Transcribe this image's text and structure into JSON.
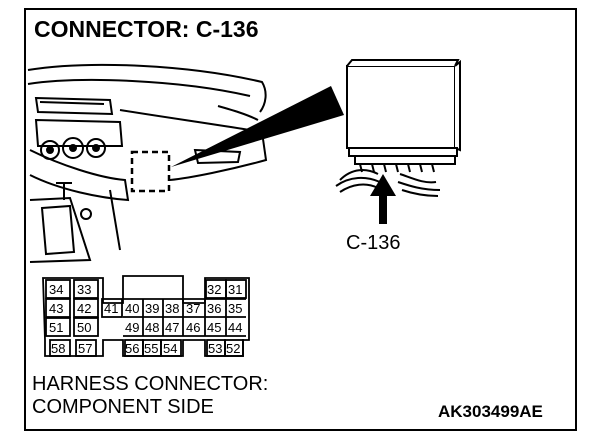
{
  "title": "CONNECTOR: C-136",
  "callout_label": "C-136",
  "footer": {
    "line1": "HARNESS CONNECTOR:",
    "line2": "COMPONENT SIDE"
  },
  "figure_code": "AK303499AE",
  "connector_pins": {
    "row1": [
      "34",
      "33",
      "32",
      "31"
    ],
    "row2": [
      "43",
      "42",
      "41",
      "40",
      "39",
      "38",
      "37",
      "36",
      "35"
    ],
    "row3": [
      "51",
      "50",
      "49",
      "48",
      "47",
      "46",
      "45",
      "44"
    ],
    "row4": [
      "58",
      "57",
      "56",
      "55",
      "54",
      "53",
      "52"
    ]
  }
}
